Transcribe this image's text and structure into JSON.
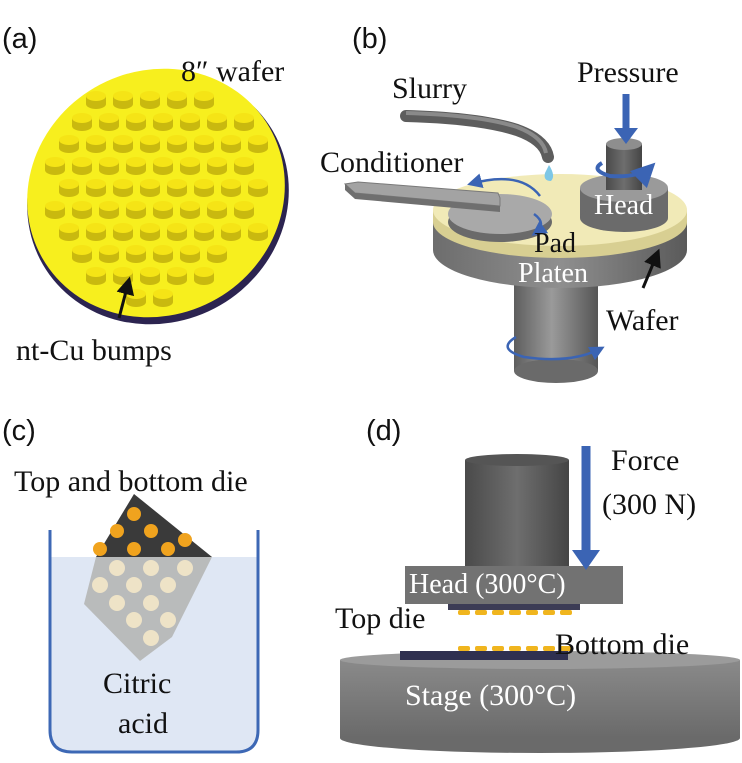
{
  "panels": {
    "a": {
      "tag": "(a)",
      "wafer_label": "8″ wafer",
      "bump_label": "nt-Cu bumps"
    },
    "b": {
      "tag": "(b)",
      "slurry_label": "Slurry",
      "pressure_label": "Pressure",
      "conditioner_label": "Conditioner",
      "head_label": "Head",
      "pad_label": "Pad",
      "platen_label": "Platen",
      "wafer_label": "Wafer"
    },
    "c": {
      "tag": "(c)",
      "die_label": "Top and bottom die",
      "acid_line1": "Citric",
      "acid_line2": "acid"
    },
    "d": {
      "tag": "(d)",
      "force_line1": "Force",
      "force_line2": "(300 N)",
      "head_label": "Head (300°C)",
      "top_die_label": "Top die",
      "bottom_die_label": "Bottom die",
      "stage_label": "Stage (300°C)"
    }
  },
  "colors": {
    "bump_yellow": "#f5e416",
    "wafer_yellow": "#f7ef1e",
    "metal_gray": "#7d7d7d",
    "pad_cream": "#f1eab7",
    "arrow_blue": "#3b64b4",
    "liquid_blue": "#dfe7f4",
    "beaker_blue": "#3d68b5",
    "die_orange": "#f0a31e"
  }
}
